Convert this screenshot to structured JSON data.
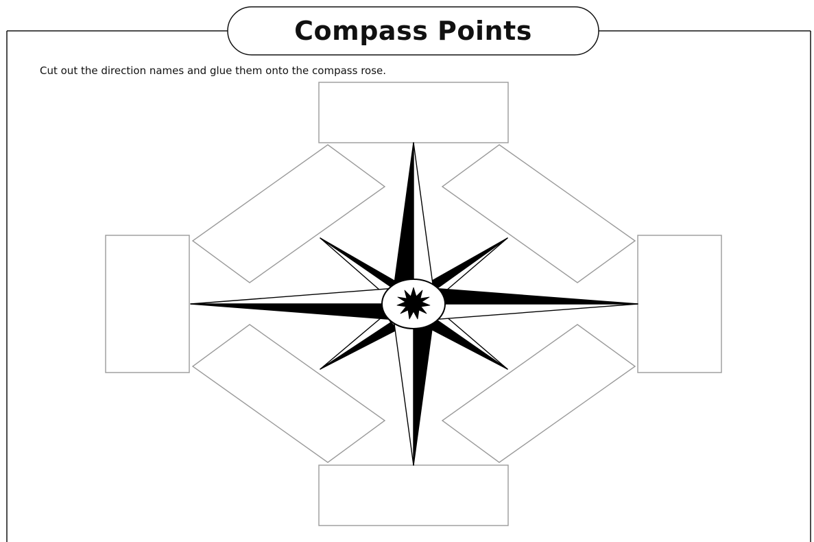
{
  "worksheet": {
    "title": "Compass Points",
    "instructions": "Cut out the direction names and glue them onto the compass rose."
  },
  "label_boxes": [
    {
      "direction": "north",
      "text": ""
    },
    {
      "direction": "northeast",
      "text": ""
    },
    {
      "direction": "east",
      "text": ""
    },
    {
      "direction": "southeast",
      "text": ""
    },
    {
      "direction": "south",
      "text": ""
    },
    {
      "direction": "southwest",
      "text": ""
    },
    {
      "direction": "west",
      "text": ""
    },
    {
      "direction": "northwest",
      "text": ""
    }
  ],
  "colors": {
    "ink": "#000000",
    "box_stroke": "#9a9a9a",
    "paper": "#ffffff"
  }
}
